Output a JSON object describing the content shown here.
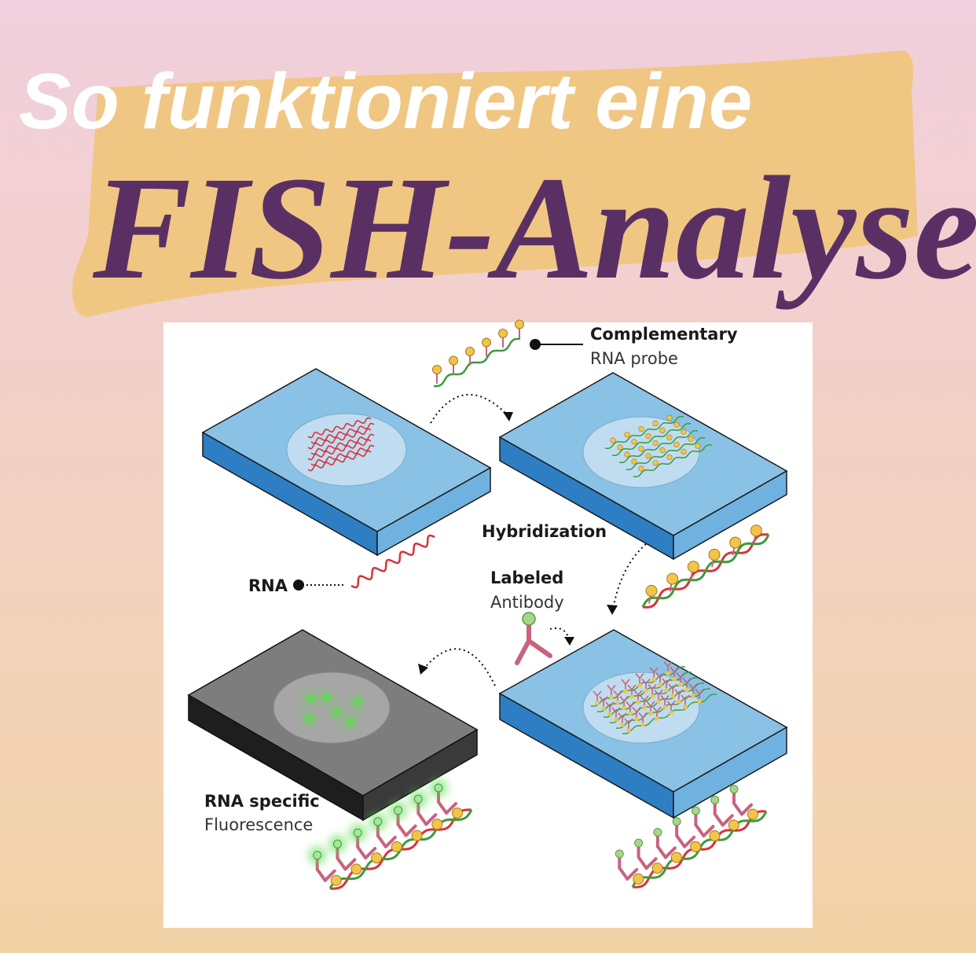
{
  "header": {
    "line1": "So funktioniert eine",
    "line2": "FISH-Analyse"
  },
  "colors": {
    "title_white": "#ffffff",
    "title_purple": "#5a3064",
    "highlight": "#f0c683",
    "slide_blue": "#8ac2e6",
    "slide_blue_side": "#2e7ec3",
    "slide_dark": "#7d7d7d",
    "rna_red": "#d8333a",
    "probe_green": "#3d9b3d",
    "label_yellow": "#f3c44a",
    "antibody_pink": "#c9627d",
    "fluor_green": "#5ddd4e"
  },
  "diagram": {
    "labels": {
      "probe_title": "Complementary",
      "probe_sub": "RNA probe",
      "hybridization": "Hybridization",
      "rna": "RNA",
      "antibody_title": "Labeled",
      "antibody_sub": "Antibody",
      "result_title": "RNA specific",
      "result_sub": "Fluorescence"
    }
  }
}
